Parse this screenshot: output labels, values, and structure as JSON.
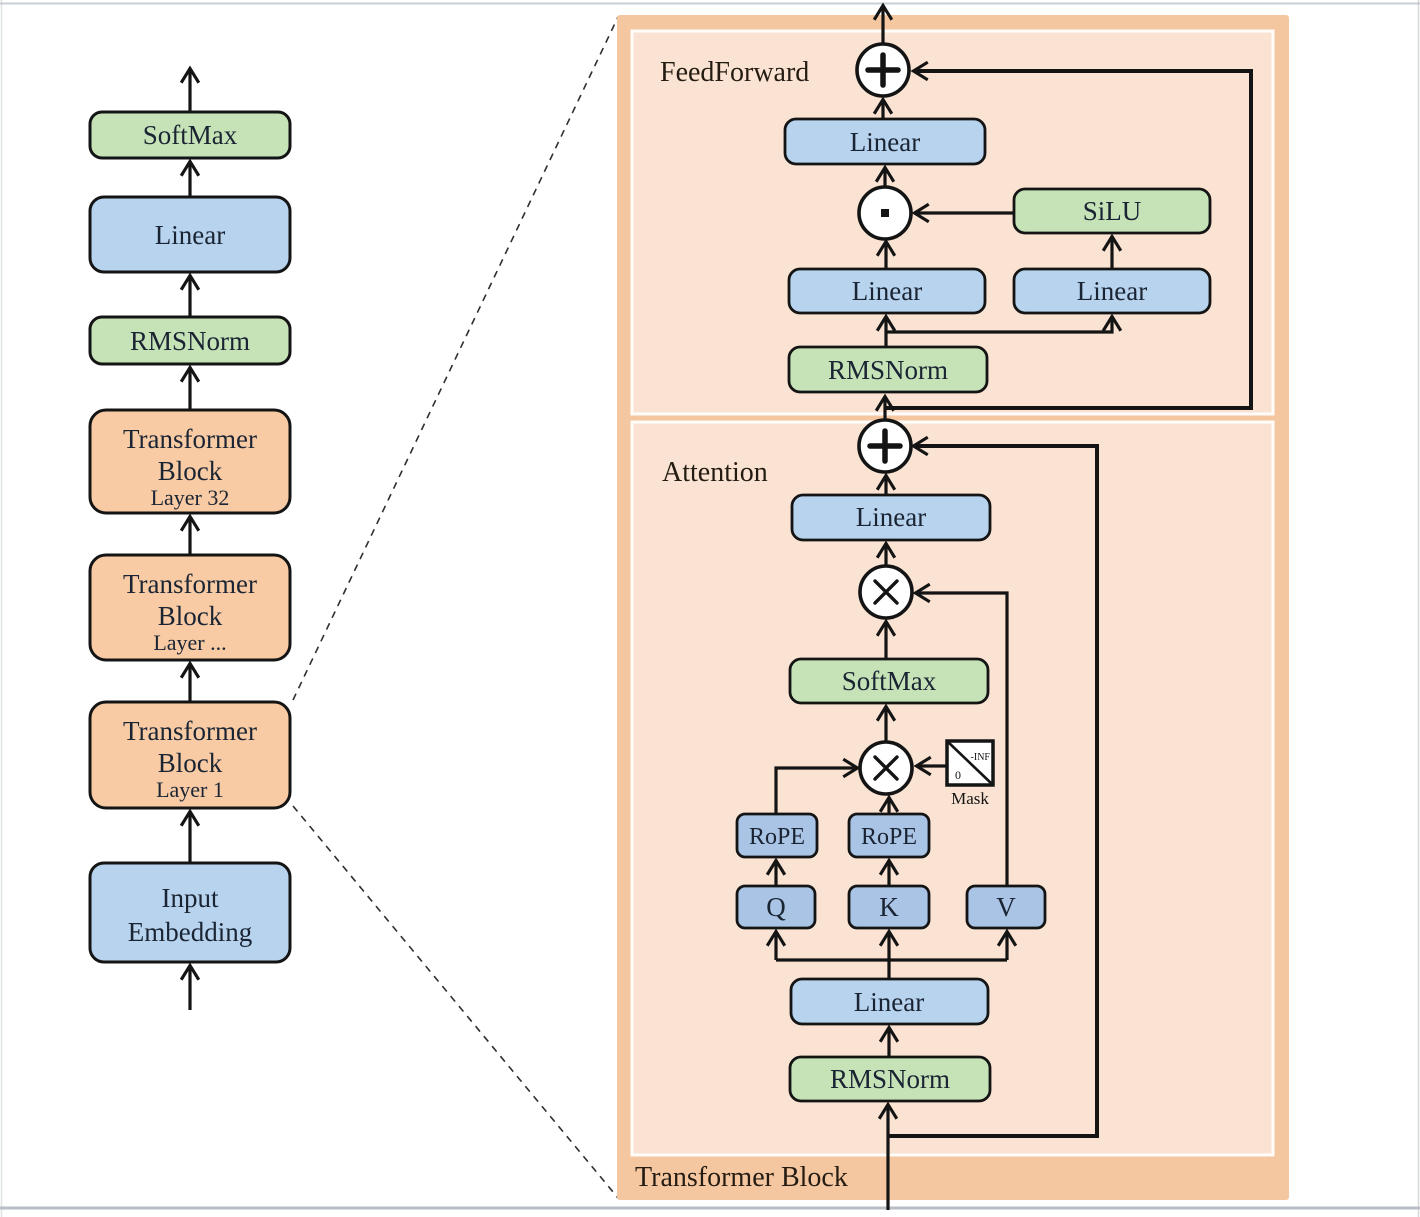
{
  "palette": {
    "panel_outer": "#f5c7a1",
    "panel_inner": "#fae3d2",
    "box_blue": "#b7d3ee",
    "box_blue_dark": "#aac4e6",
    "box_green": "#c6e3b8",
    "box_orange": "#f8cba5",
    "line": "#141414",
    "mask_fill": "#ffffff"
  },
  "left_column": {
    "softmax_label": "SoftMax",
    "linear_label": "Linear",
    "rmsnorm_label": "RMSNorm",
    "transformer_line1": "Transformer",
    "transformer_line2": "Block",
    "layer32_label": "Layer 32",
    "layer_dots_label": "Layer ...",
    "layer1_label": "Layer 1",
    "input_line1": "Input",
    "input_line2": "Embedding"
  },
  "transformer_block_panel": {
    "title": "Transformer Block",
    "feedforward": {
      "title": "FeedForward",
      "output_linear_label": "Linear",
      "silu_label": "SiLU",
      "gate_linear_label": "Linear",
      "up_linear_label": "Linear",
      "rmsnorm_label": "RMSNorm"
    },
    "attention": {
      "title": "Attention",
      "output_linear_label": "Linear",
      "softmax_label": "SoftMax",
      "mask": {
        "label": "Mask",
        "upper_value": "-INF",
        "lower_value": "0"
      },
      "rope_q_label": "RoPE",
      "rope_k_label": "RoPE",
      "q_label": "Q",
      "k_label": "K",
      "v_label": "V",
      "qkv_linear_label": "Linear",
      "rmsnorm_label": "RMSNorm"
    }
  }
}
